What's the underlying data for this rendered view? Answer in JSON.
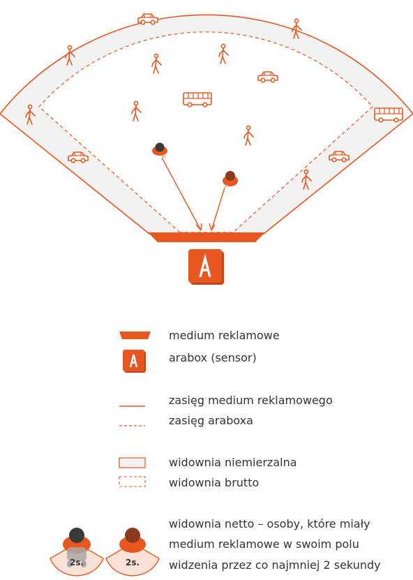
{
  "colors": {
    "accent": "#e8571f",
    "zone_fill": "#f2f2f2",
    "text": "#333333"
  },
  "legend": {
    "advertising_medium": "medium reklamowe",
    "arabox_sensor": "arabox (sensor)",
    "medium_range": "zasięg medium reklamowego",
    "arabox_range": "zasięg araboxa",
    "unmeasurable_audience": "widownia niemierzalna",
    "gross_audience": "widownia brutto",
    "net_audience_line1": "widownia netto – osoby, które miały",
    "net_audience_line2": "medium reklamowe w swoim polu",
    "net_audience_line3": "widzenia przez co najmniej 2 sekundy"
  },
  "badges": {
    "seconds_1": "2s.",
    "seconds_2": "2s."
  },
  "icons": {
    "sensor": "arabox-logo-icon",
    "pedestrian": "pedestrian-icon",
    "car": "car-icon",
    "bus": "bus-icon",
    "viewer": "viewer-topdown-icon"
  }
}
